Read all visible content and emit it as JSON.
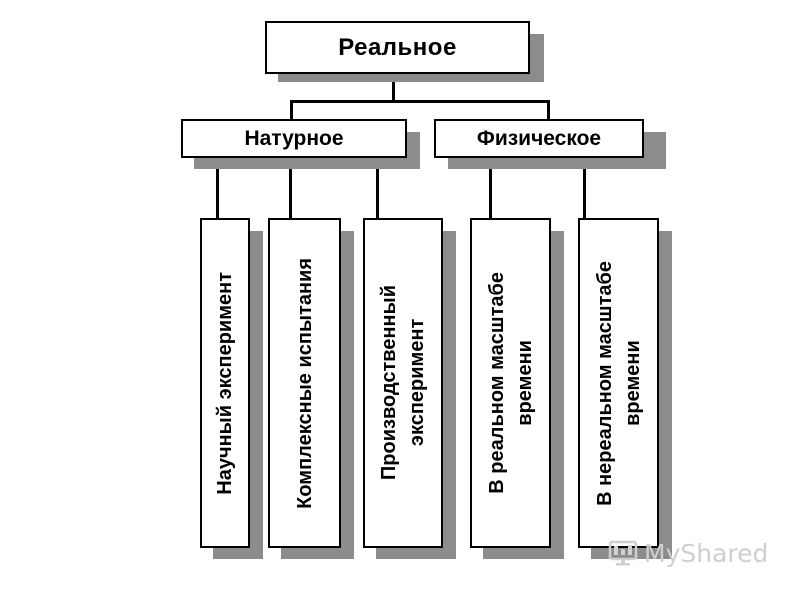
{
  "root": {
    "label": "Реальное"
  },
  "categories": [
    {
      "label": "Натурное"
    },
    {
      "label": "Физическое"
    }
  ],
  "leaves": [
    {
      "label": "Научный эксперимент"
    },
    {
      "label": "Комплексные испытания"
    },
    {
      "label": "Производственный\nэксперимент"
    },
    {
      "label": "В реальном масштабе\nвремени"
    },
    {
      "label": "В нереальном масштабе\nвремени"
    }
  ],
  "watermark": {
    "label": "MyShared",
    "icon": "myshared-logo-icon"
  }
}
